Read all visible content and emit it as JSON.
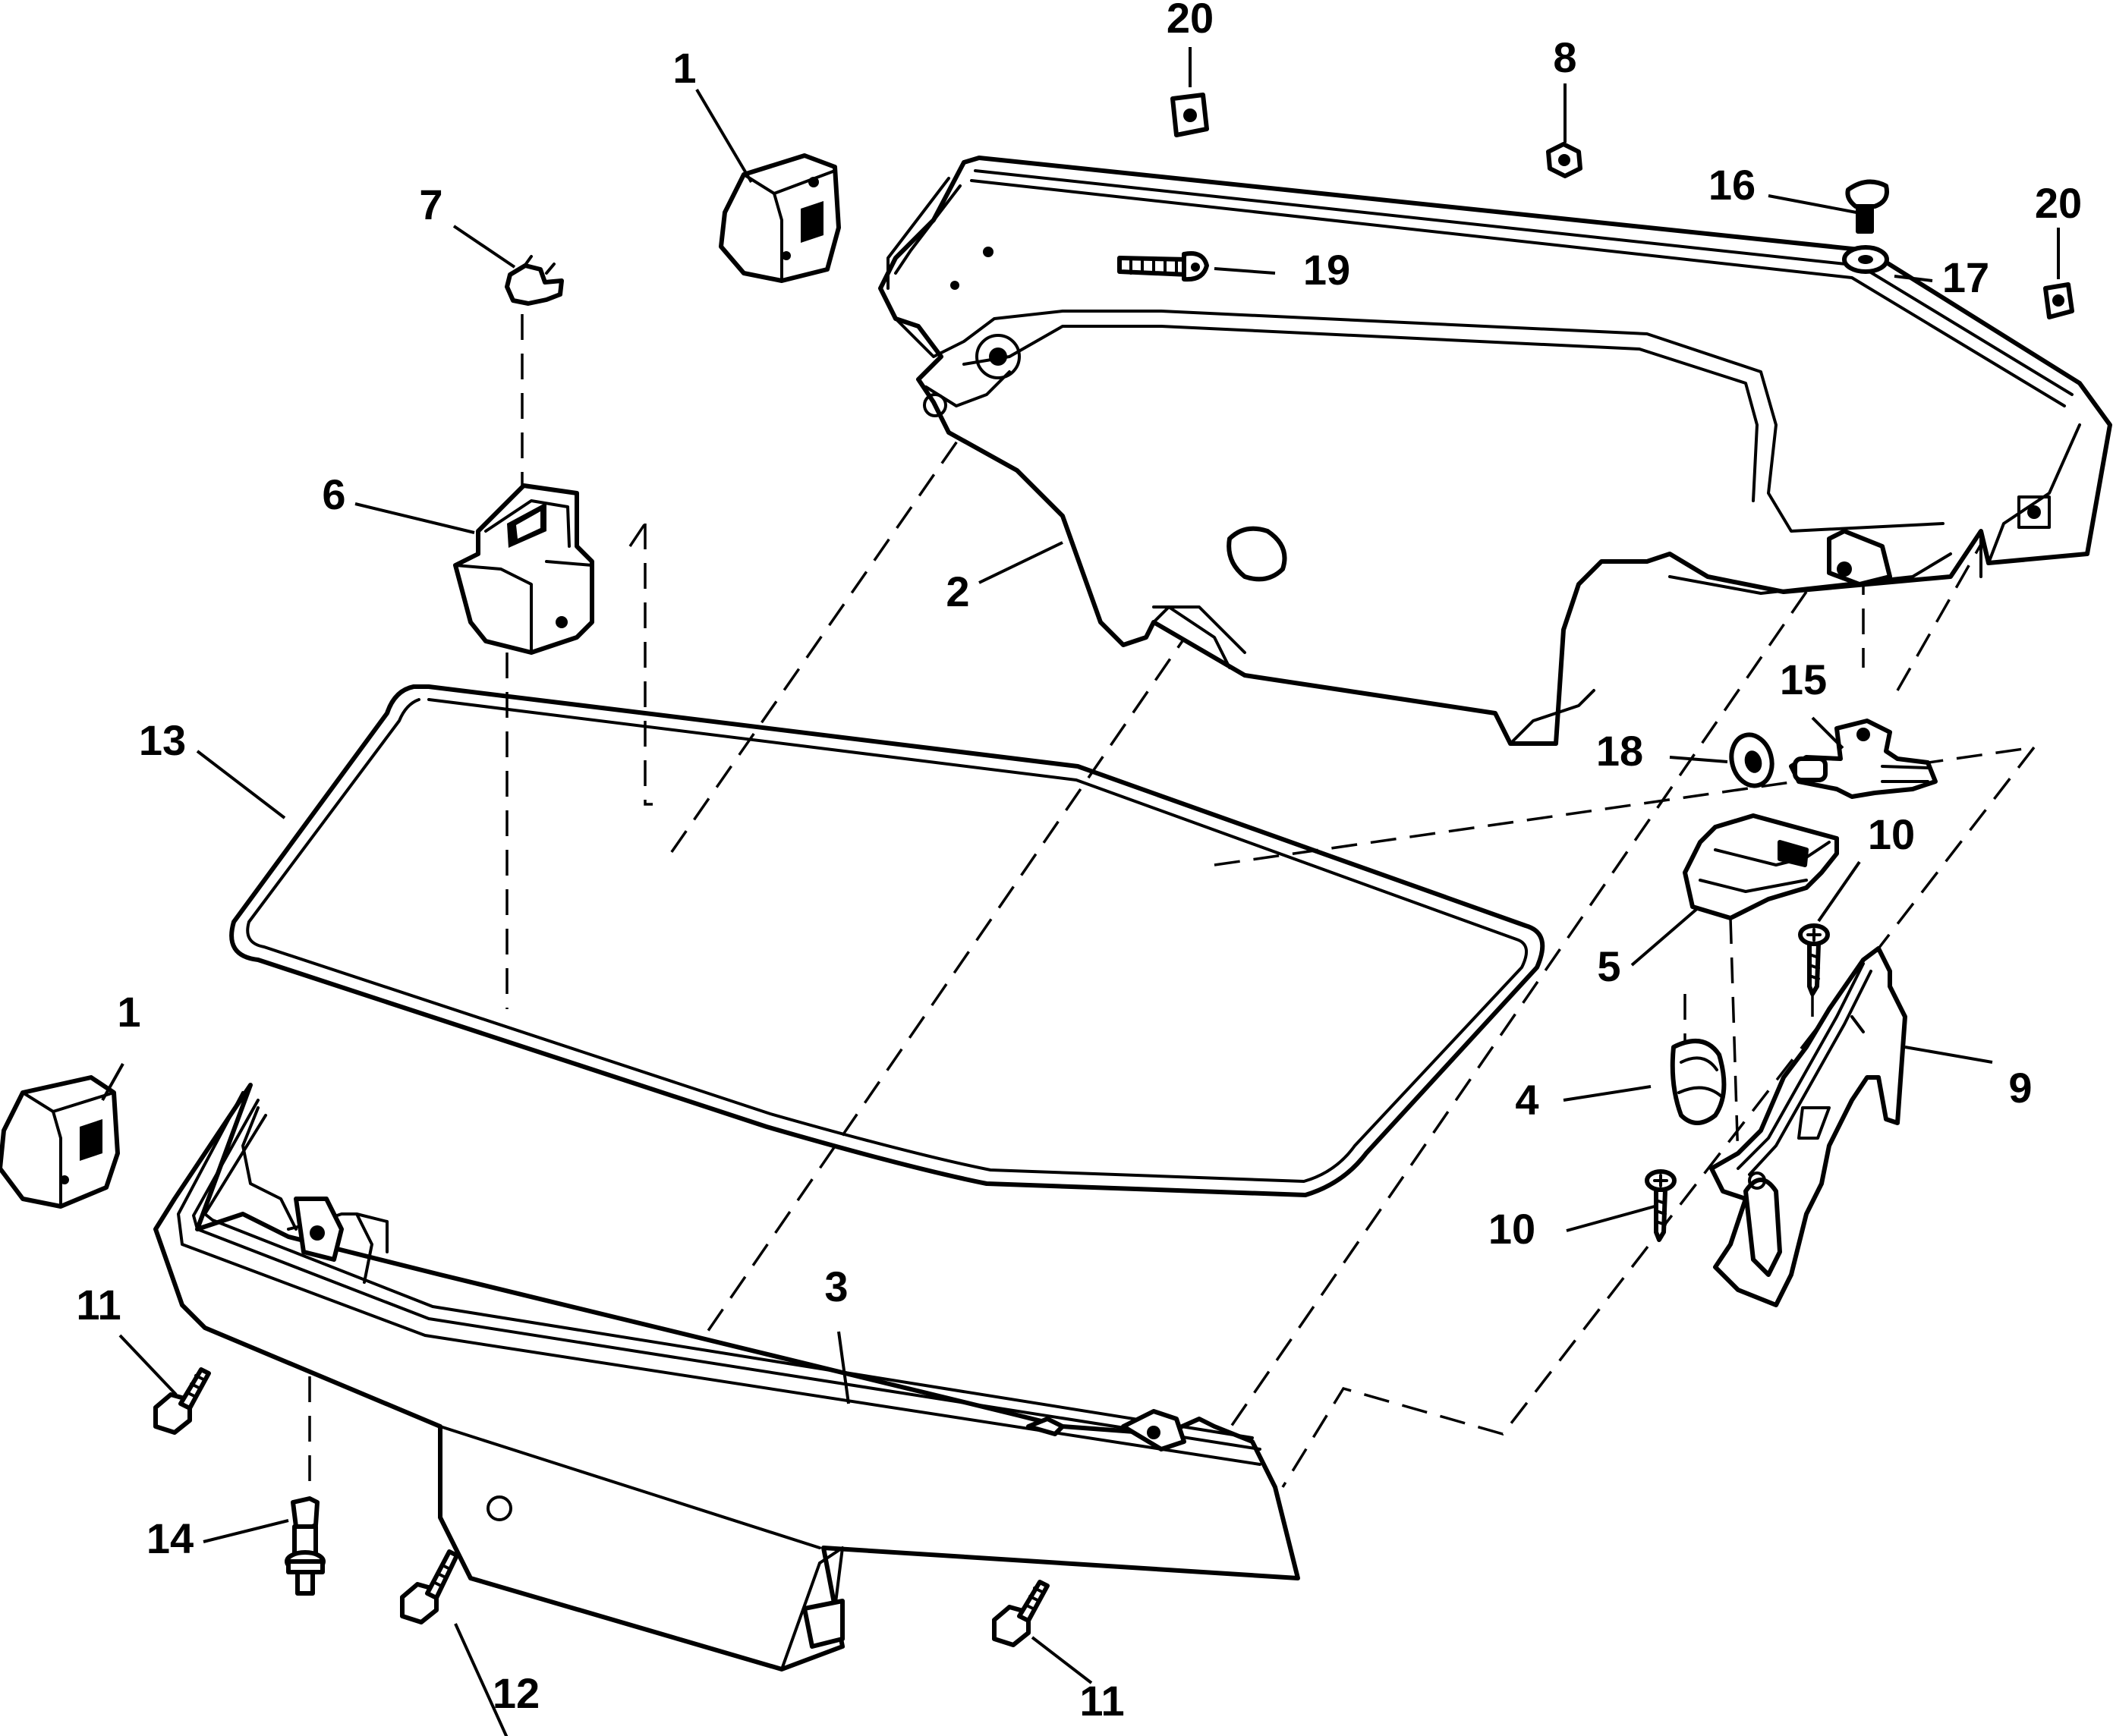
{
  "callouts": [
    {
      "id": "c20a",
      "label": "20"
    },
    {
      "id": "c8",
      "label": "8"
    },
    {
      "id": "c1a",
      "label": "1"
    },
    {
      "id": "c16",
      "label": "16"
    },
    {
      "id": "c20b",
      "label": "20"
    },
    {
      "id": "c7",
      "label": "7"
    },
    {
      "id": "c19",
      "label": "19"
    },
    {
      "id": "c17",
      "label": "17"
    },
    {
      "id": "c6",
      "label": "6"
    },
    {
      "id": "c2",
      "label": "2"
    },
    {
      "id": "c15",
      "label": "15"
    },
    {
      "id": "c13",
      "label": "13"
    },
    {
      "id": "c18",
      "label": "18"
    },
    {
      "id": "c10a",
      "label": "10"
    },
    {
      "id": "c5",
      "label": "5"
    },
    {
      "id": "c1b",
      "label": "1"
    },
    {
      "id": "c4",
      "label": "4"
    },
    {
      "id": "c9",
      "label": "9"
    },
    {
      "id": "c3",
      "label": "3"
    },
    {
      "id": "c10b",
      "label": "10"
    },
    {
      "id": "c11a",
      "label": "11"
    },
    {
      "id": "c14",
      "label": "14"
    },
    {
      "id": "c12",
      "label": "12"
    },
    {
      "id": "c11b",
      "label": "11"
    }
  ]
}
